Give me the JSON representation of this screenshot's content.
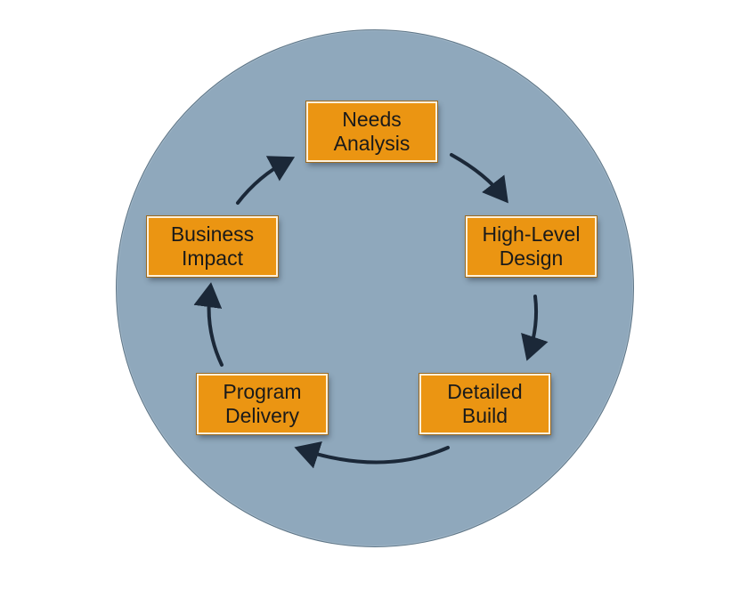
{
  "diagram": {
    "type": "cycle",
    "stages": [
      {
        "id": "needs",
        "line1": "Needs",
        "line2": "Analysis"
      },
      {
        "id": "hld",
        "line1": "High-Level",
        "line2": "Design"
      },
      {
        "id": "detailed",
        "line1": "Detailed",
        "line2": "Build"
      },
      {
        "id": "program",
        "line1": "Program",
        "line2": "Delivery"
      },
      {
        "id": "business",
        "line1": "Business",
        "line2": "Impact"
      }
    ],
    "flow": [
      [
        "Needs Analysis",
        "High-Level Design"
      ],
      [
        "High-Level Design",
        "Detailed Build"
      ],
      [
        "Detailed Build",
        "Program Delivery"
      ],
      [
        "Program Delivery",
        "Business Impact"
      ],
      [
        "Business Impact",
        "Needs Analysis"
      ]
    ],
    "colors": {
      "circle_fill": "#8fa8bc",
      "box_fill": "#eb9512",
      "arrow": "#1b2838"
    }
  }
}
